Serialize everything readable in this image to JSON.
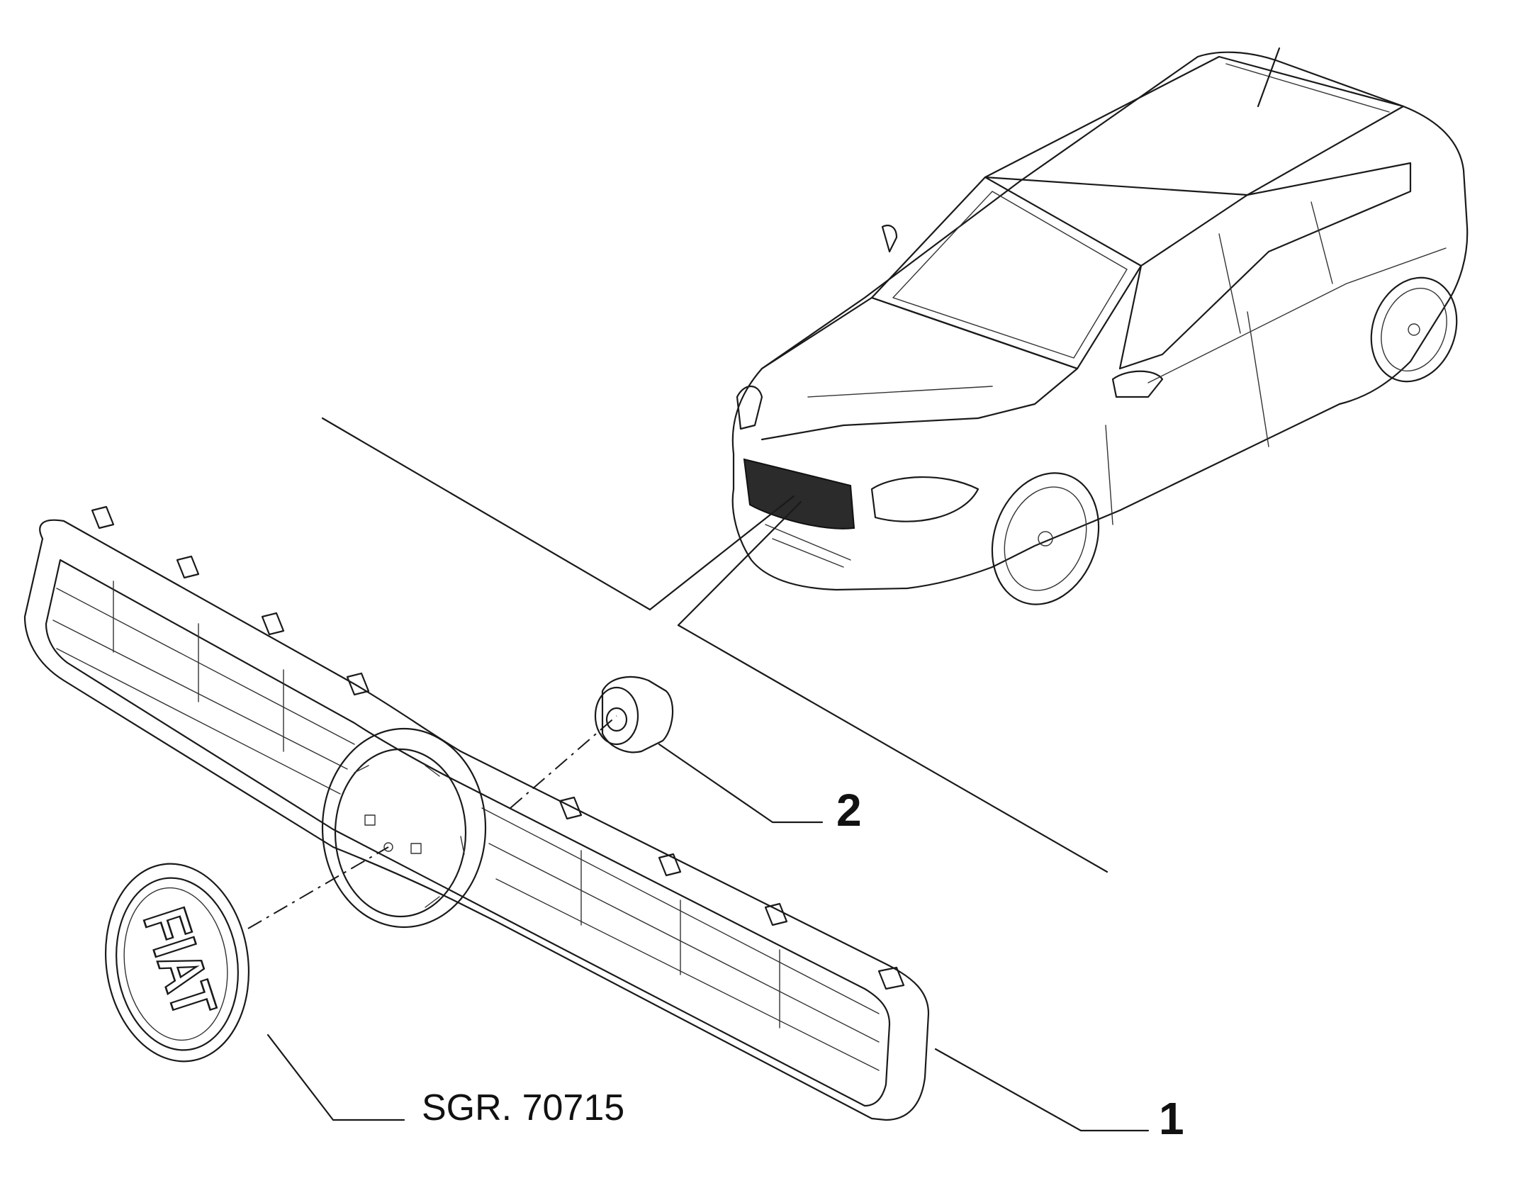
{
  "callouts": {
    "part_1": "1",
    "part_2": "2",
    "reference": "SGR. 70715"
  },
  "badge": {
    "logo_text": "FIAT"
  },
  "colors": {
    "line": "#1a1a1a",
    "highlight": "#2b2b2b",
    "background": "#ffffff"
  }
}
